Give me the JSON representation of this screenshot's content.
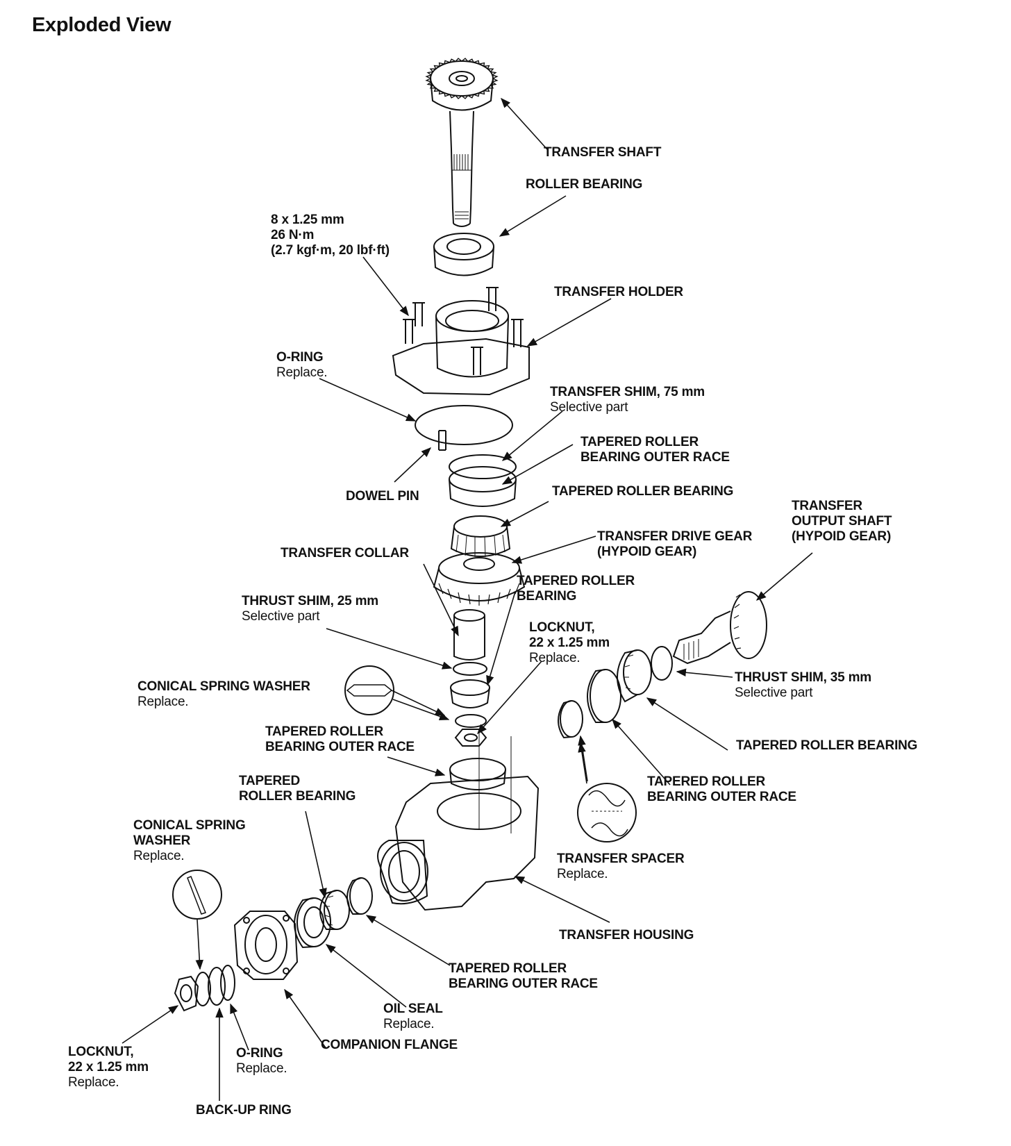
{
  "title": "Exploded View",
  "labels": {
    "transfer_shaft": [
      "TRANSFER SHAFT"
    ],
    "roller_bearing": [
      "ROLLER BEARING"
    ],
    "bolt_spec": [
      "8 x 1.25 mm",
      "26 N·m",
      "(2.7 kgf·m, 20 lbf·ft)"
    ],
    "transfer_holder": [
      "TRANSFER HOLDER"
    ],
    "o_ring_top": [
      "O-RING"
    ],
    "o_ring_top_note": [
      "Replace."
    ],
    "transfer_shim": [
      "TRANSFER SHIM, 75 mm"
    ],
    "transfer_shim_note": [
      "Selective part"
    ],
    "tr_bearing_outer_race_1": [
      "TAPERED ROLLER",
      "BEARING OUTER RACE"
    ],
    "dowel_pin": [
      "DOWEL PIN"
    ],
    "tr_bearing_1": [
      "TAPERED ROLLER BEARING"
    ],
    "transfer_output_shaft": [
      "TRANSFER",
      "OUTPUT SHAFT",
      "(HYPOID GEAR)"
    ],
    "transfer_drive_gear": [
      "TRANSFER DRIVE GEAR",
      "(HYPOID GEAR)"
    ],
    "transfer_collar": [
      "TRANSFER COLLAR"
    ],
    "tr_bearing_2": [
      "TAPERED ROLLER",
      "BEARING"
    ],
    "thrust_shim_25": [
      "THRUST SHIM, 25 mm"
    ],
    "thrust_shim_25_note": [
      "Selective part"
    ],
    "locknut_top": [
      "LOCKNUT,",
      "22 x 1.25 mm"
    ],
    "locknut_top_note": [
      "Replace."
    ],
    "conical_washer_top": [
      "CONICAL SPRING WASHER"
    ],
    "conical_washer_top_note": [
      "Replace."
    ],
    "thrust_shim_35": [
      "THRUST SHIM, 35 mm"
    ],
    "thrust_shim_35_note": [
      "Selective part"
    ],
    "tr_bearing_outer_race_2": [
      "TAPERED ROLLER",
      "BEARING OUTER RACE"
    ],
    "tr_bearing_3": [
      "TAPERED ROLLER BEARING"
    ],
    "tr_bearing_4": [
      "TAPERED",
      "ROLLER BEARING"
    ],
    "tr_bearing_outer_race_3": [
      "TAPERED ROLLER",
      "BEARING OUTER RACE"
    ],
    "conical_washer_bottom": [
      "CONICAL SPRING",
      "WASHER"
    ],
    "conical_washer_bottom_note": [
      "Replace."
    ],
    "transfer_spacer": [
      "TRANSFER SPACER"
    ],
    "transfer_spacer_note": [
      "Replace."
    ],
    "transfer_housing": [
      "TRANSFER HOUSING"
    ],
    "tr_bearing_outer_race_4": [
      "TAPERED ROLLER",
      "BEARING OUTER RACE"
    ],
    "oil_seal": [
      "OIL SEAL"
    ],
    "oil_seal_note": [
      "Replace."
    ],
    "companion_flange": [
      "COMPANION FLANGE"
    ],
    "locknut_bottom": [
      "LOCKNUT,",
      "22 x 1.25 mm"
    ],
    "locknut_bottom_note": [
      "Replace."
    ],
    "o_ring_bottom": [
      "O-RING"
    ],
    "o_ring_bottom_note": [
      "Replace."
    ],
    "backup_ring": [
      "BACK-UP RING"
    ]
  }
}
